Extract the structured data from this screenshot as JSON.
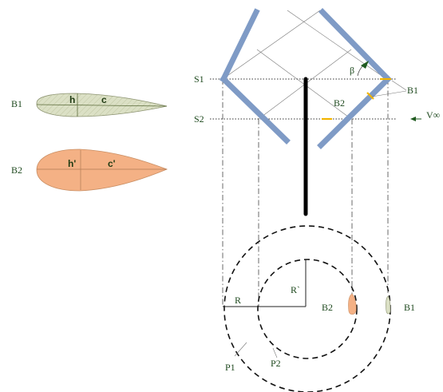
{
  "colors": {
    "blade": "#7f9bc6",
    "profile_b1_fill": "#dbe0c5",
    "profile_b2_fill": "#f4b185",
    "marker": "#f2b400",
    "text": "#1f4a1f"
  },
  "labels": {
    "b1_profile": "B1",
    "b2_profile": "B2",
    "h": "h",
    "c": "c",
    "h_prime": "h'",
    "c_prime": "c'",
    "s1": "S1",
    "s2": "S2",
    "beta": "β",
    "b1_blade": "B1",
    "b2_blade": "B2",
    "v_inf": "V∞",
    "r": "R",
    "r_prime": "R`",
    "b2_plan": "B2",
    "b1_plan": "B1",
    "p1": "P1",
    "p2": "P2"
  }
}
